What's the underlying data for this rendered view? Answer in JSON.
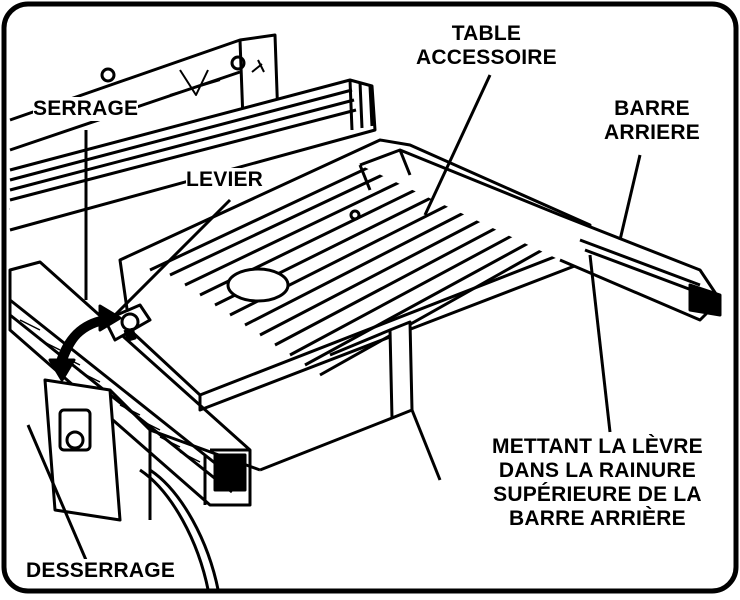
{
  "figure": {
    "labels": {
      "table_accessoire": [
        "TABLE",
        "ACCESSOIRE"
      ],
      "barre_arriere": [
        "BARRE",
        "ARRIERE"
      ],
      "serrage": "SERRAGE",
      "levier": "LEVIER",
      "desserrage": "DESSERRAGE",
      "mettant": [
        "METTANT LA LÈVRE",
        "DANS LA RAINURE",
        "SUPÉRIEURE DE LA",
        "BARRE ARRIÈRE"
      ]
    },
    "colors": {
      "ink": "#000000",
      "paper": "#ffffff"
    }
  }
}
